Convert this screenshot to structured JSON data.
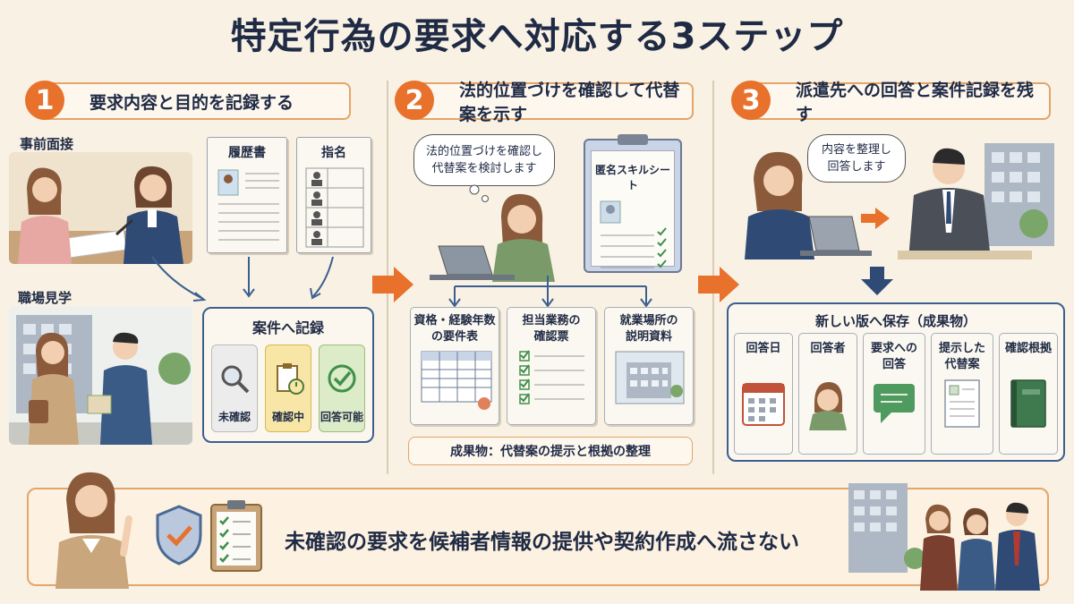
{
  "title": "特定行為の要求へ対応する3ステップ",
  "steps": [
    {
      "num": "1",
      "title": "要求内容と目的を記録する",
      "scene_top": "事前面接",
      "scene_bottom": "職場見学",
      "doc_resume": "履歴書",
      "doc_nominate": "指名",
      "record_title": "案件へ記録",
      "statuses": [
        "未確認",
        "確認中",
        "回答可能"
      ]
    },
    {
      "num": "2",
      "title": "法的位置づけを確認して代替案を示す",
      "bubble": "法的位置づけを確認し\n代替案を検討します",
      "sheet_title": "匿名スキルシート",
      "outputs": [
        "資格・経験年数\nの要件表",
        "担当業務の\n確認票",
        "就業場所の\n説明資料"
      ],
      "result": "成果物：代替案の提示と根拠の整理"
    },
    {
      "num": "3",
      "title": "派遣先への回答と案件記録を残す",
      "bubble": "内容を整理し\n回答します",
      "save_title": "新しい版へ保存（成果物）",
      "save_items": [
        "回答日",
        "回答者",
        "要求への\n回答",
        "提示した\n代替案",
        "確認根拠"
      ]
    }
  ],
  "banner": "未確認の要求を候補者情報の提供や契約作成へ流さない",
  "icons": {
    "status_icons": [
      "magnifier-icon",
      "clipboard-clock-icon",
      "check-circle-icon"
    ],
    "save_icons": [
      "calendar-icon",
      "person-icon",
      "speech-bubble-icon",
      "document-icon",
      "book-icon"
    ]
  },
  "colors": {
    "accent": "#e8712b",
    "navy": "#1f2a44",
    "blue": "#3c5f8f",
    "green": "#3f8f4a"
  }
}
